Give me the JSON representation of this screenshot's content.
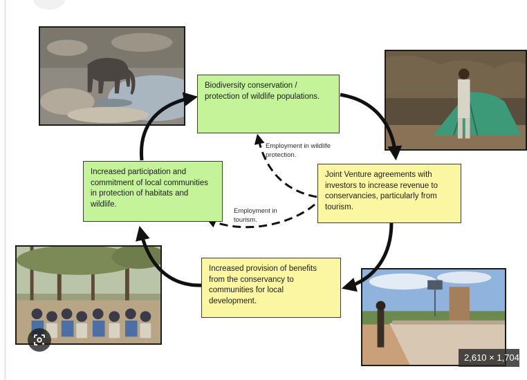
{
  "boxes": {
    "biodiversity": "Biodiversity conservation / protection of wildlife populations.",
    "joint_venture": "Joint Venture agreements with investors to increase revenue to conservancies, particularly from tourism.",
    "benefits": "Increased provision of benefits from the conservancy to communities for local development.",
    "participation": "Increased participation and commitment of local communities in protection of habitats and wildlife."
  },
  "dashed_labels": {
    "wildlife_employment": "Employment in wildlife protection.",
    "tourism_employment": "Employment in tourism."
  },
  "image_size_badge": "2,610 × 1,704",
  "colors": {
    "green_box": "#c4f39a",
    "yellow_box": "#fbf6a2",
    "arrow": "#111111"
  },
  "icons": {
    "lens": "google-lens-icon"
  }
}
